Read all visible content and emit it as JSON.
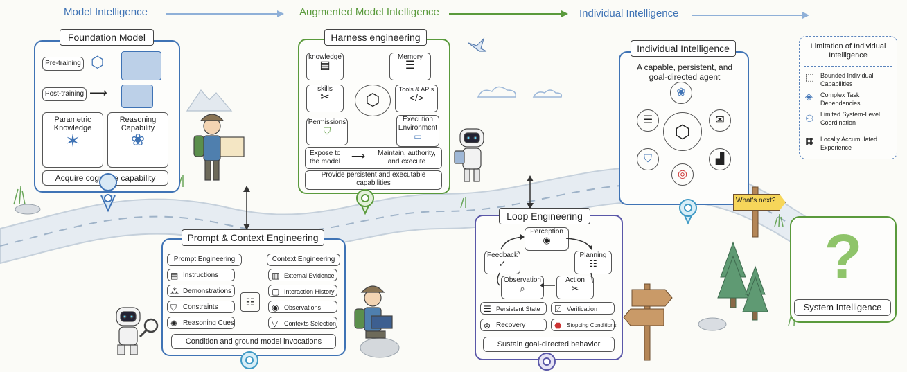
{
  "colors": {
    "blue": "#3f73b5",
    "green": "#5a9a3c",
    "purple": "#5a57a8",
    "road": "#dfe6ee"
  },
  "header": {
    "stage1": "Model Intelligence",
    "stage2": "Augmented Model Intelligence",
    "stage3": "Individual Intelligence"
  },
  "foundation": {
    "title": "Foundation Model",
    "pretraining": "Pre-training",
    "posttraining": "Post-training",
    "parametric": "Parametric Knowledge",
    "reasoning": "Reasoning Capability",
    "footer": "Acquire cognitive capability"
  },
  "harness": {
    "title": "Harness engineering",
    "knowledge": "knowledge",
    "memory": "Memory",
    "skills": "skills",
    "tools": "Tools & APIs",
    "permissions": "Permissions",
    "execution": "Execution Environment",
    "expose": "Expose to the model",
    "maintain": "Maintain, authority, and execute",
    "footer": "Provide persistent and executable capabilities"
  },
  "prompt": {
    "title": "Prompt & Context Engineering",
    "prompt_eng": "Prompt Engineering",
    "context_eng": "Context Engineering",
    "left": [
      "Instructions",
      "Demonstrations",
      "Constraints",
      "Reasoning Cues"
    ],
    "right": [
      "External Evidence",
      "Interaction History",
      "Observations",
      "Contexts Selection"
    ],
    "footer": "Condition and ground model invocations"
  },
  "loop": {
    "title": "Loop Engineering",
    "perception": "Perception",
    "planning": "Planning",
    "action": "Action",
    "observation": "Observation",
    "feedback": "Feedback",
    "persistent": "Persistent State",
    "verification": "Verification",
    "recovery": "Recovery",
    "stopping": "Stopping Conditions",
    "footer": "Sustain goal-directed behavior"
  },
  "individual": {
    "title": "Individual Intelligence",
    "subtitle": "A capable, persistent, and goal-directed agent"
  },
  "limitation": {
    "title": "Limitation of Individual Intelligence",
    "items": [
      "Bounded Individual Capabilities",
      "Complex Task Dependencies",
      "Limited System-Level Coordination",
      "Locally Accumulated Experience"
    ]
  },
  "signpost": "What's next?",
  "system": {
    "title": "System Intelligence",
    "mark": "?"
  },
  "icons": [
    "network-icon",
    "cube-icon",
    "brain-icon",
    "book-icon",
    "database-icon",
    "tools-icon",
    "code-icon",
    "shield-icon",
    "server-icon",
    "eye-icon",
    "clipboard-icon",
    "thumbs-up-icon",
    "search-icon",
    "wrench-icon",
    "mail-icon",
    "chart-icon",
    "target-icon",
    "question-icon"
  ]
}
